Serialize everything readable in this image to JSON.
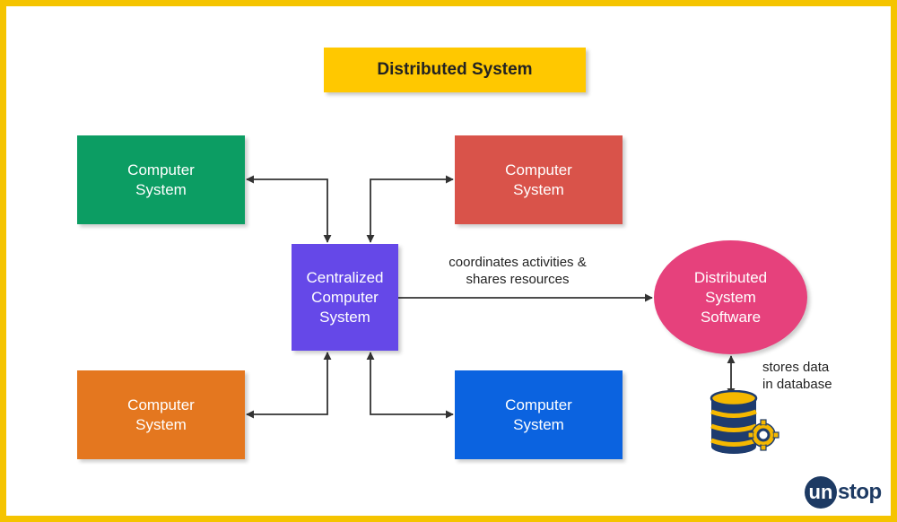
{
  "title": "Distributed System",
  "nodes": {
    "top_left": [
      "Computer",
      "System"
    ],
    "top_right": [
      "Computer",
      "System"
    ],
    "bottom_left": [
      "Computer",
      "System"
    ],
    "bottom_right": [
      "Computer",
      "System"
    ],
    "central": [
      "Centralized",
      "Computer",
      "System"
    ],
    "software": [
      "Distributed",
      "System",
      "Software"
    ]
  },
  "edge_labels": {
    "coordinates": [
      "coordinates activities &",
      "shares resources"
    ],
    "stores": [
      "stores data",
      "in database"
    ]
  },
  "colors": {
    "border": "#f5c400",
    "title_bg": "#ffc800",
    "top_left": "#0c9d63",
    "top_right": "#d9534a",
    "bottom_left": "#e4771f",
    "bottom_right": "#0b63e0",
    "central": "#6548e8",
    "software": "#e6417c",
    "connector": "#333333",
    "brand": "#1d3a63"
  },
  "icons": [
    "database-gear-icon"
  ],
  "logo": {
    "badge": "un",
    "text": "stop"
  }
}
